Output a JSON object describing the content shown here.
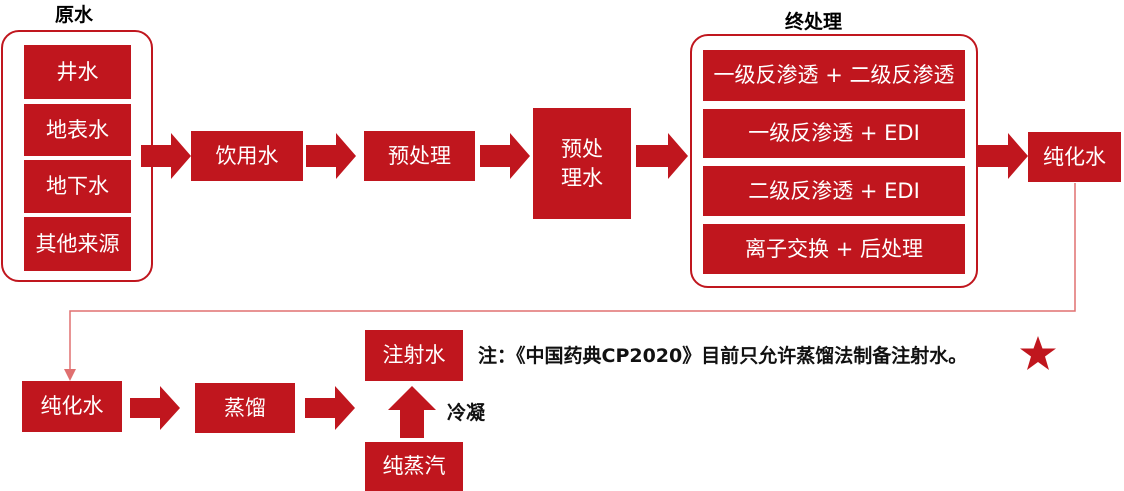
{
  "raw_water": {
    "title": "原水",
    "sources": [
      "井水",
      "地表水",
      "地下水",
      "其他来源"
    ]
  },
  "flow_top": {
    "drinking_water": "饮用水",
    "pretreatment": "预处理",
    "pretreated_water": "预处\n理水"
  },
  "final_treatment": {
    "title": "终处理",
    "options": [
      "一级反渗透 + 二级反渗透",
      "一级反渗透 + EDI",
      "二级反渗透 + EDI",
      "离子交换 + 后处理"
    ]
  },
  "pure_water_top": "纯化水",
  "flow_bottom": {
    "pure_water": "纯化水",
    "distillation": "蒸馏",
    "injection_water": "注射水",
    "pure_steam": "纯蒸汽",
    "condense_label": "冷凝"
  },
  "note": "注：《中国药典CP2020》目前只允许蒸馏法制备注射水。",
  "colors": {
    "accent": "#c0161e",
    "line": "#e07070"
  }
}
